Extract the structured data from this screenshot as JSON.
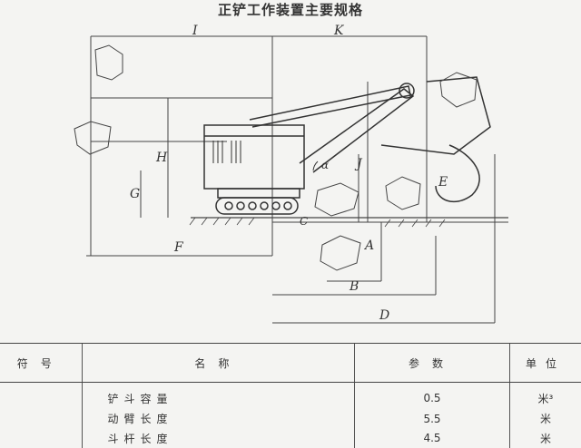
{
  "title": "正铲工作装置主要规格",
  "diagram": {
    "labels": {
      "I": "I",
      "K": "K",
      "H": "H",
      "G": "G",
      "F": "F",
      "J": "J",
      "E": "E",
      "A": "A",
      "B": "B",
      "C": "C",
      "D": "D",
      "alpha": "α"
    }
  },
  "table": {
    "headers": {
      "symbol": "符号",
      "name": "名称",
      "value": "参数",
      "unit": "单位"
    },
    "rows": [
      {
        "symbol": "",
        "name": "铲斗容量",
        "value": "0.5",
        "unit": "米³"
      },
      {
        "symbol": "",
        "name": "动臂长度",
        "value": "5.5",
        "unit": "米"
      },
      {
        "symbol": "",
        "name": "斗杆长度",
        "value": "4.5",
        "unit": "米"
      }
    ]
  }
}
